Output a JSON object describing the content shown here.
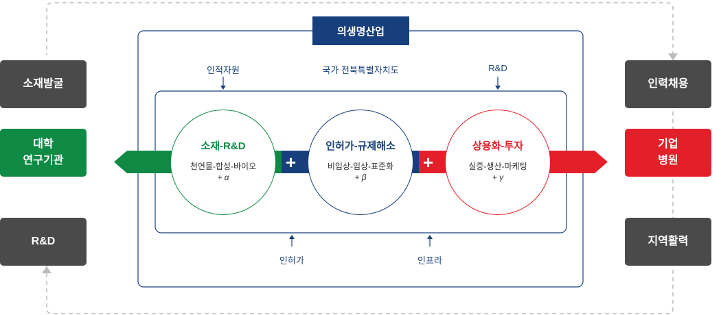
{
  "title": "의생명산업",
  "left_boxes": [
    {
      "label": "소재발굴",
      "color": "#4a4a4a"
    },
    {
      "label": "대학\n연구기관",
      "color": "#0f8a45"
    },
    {
      "label": "R&D",
      "color": "#4a4a4a"
    }
  ],
  "right_boxes": [
    {
      "label": "인력채용",
      "color": "#4a4a4a"
    },
    {
      "label": "기업\n병원",
      "color": "#e3202a"
    },
    {
      "label": "지역활력",
      "color": "#4a4a4a"
    }
  ],
  "top_labels": {
    "left": "인적자원",
    "center": "국가 전북특별자치도",
    "right": "R&D"
  },
  "bottom_labels": {
    "left": "인허가",
    "right": "인프라"
  },
  "circles": [
    {
      "title": "소재-R&D",
      "sub": "천연물-합성-바이오",
      "greek": "+ α",
      "color": "#0f8a45"
    },
    {
      "title": "인허가-규제해소",
      "sub": "비임상-임상-표준화",
      "greek": "+ β",
      "color": "#183f7d"
    },
    {
      "title": "상용화-투자",
      "sub": "실증-생산-마케팅",
      "greek": "+ γ",
      "color": "#e3202a"
    }
  ],
  "plus_symbol": "+",
  "colors": {
    "navy": "#183f7d",
    "green": "#0f8a45",
    "red": "#e3202a",
    "dark": "#4a4a4a",
    "dashed": "#bbbbbb"
  }
}
